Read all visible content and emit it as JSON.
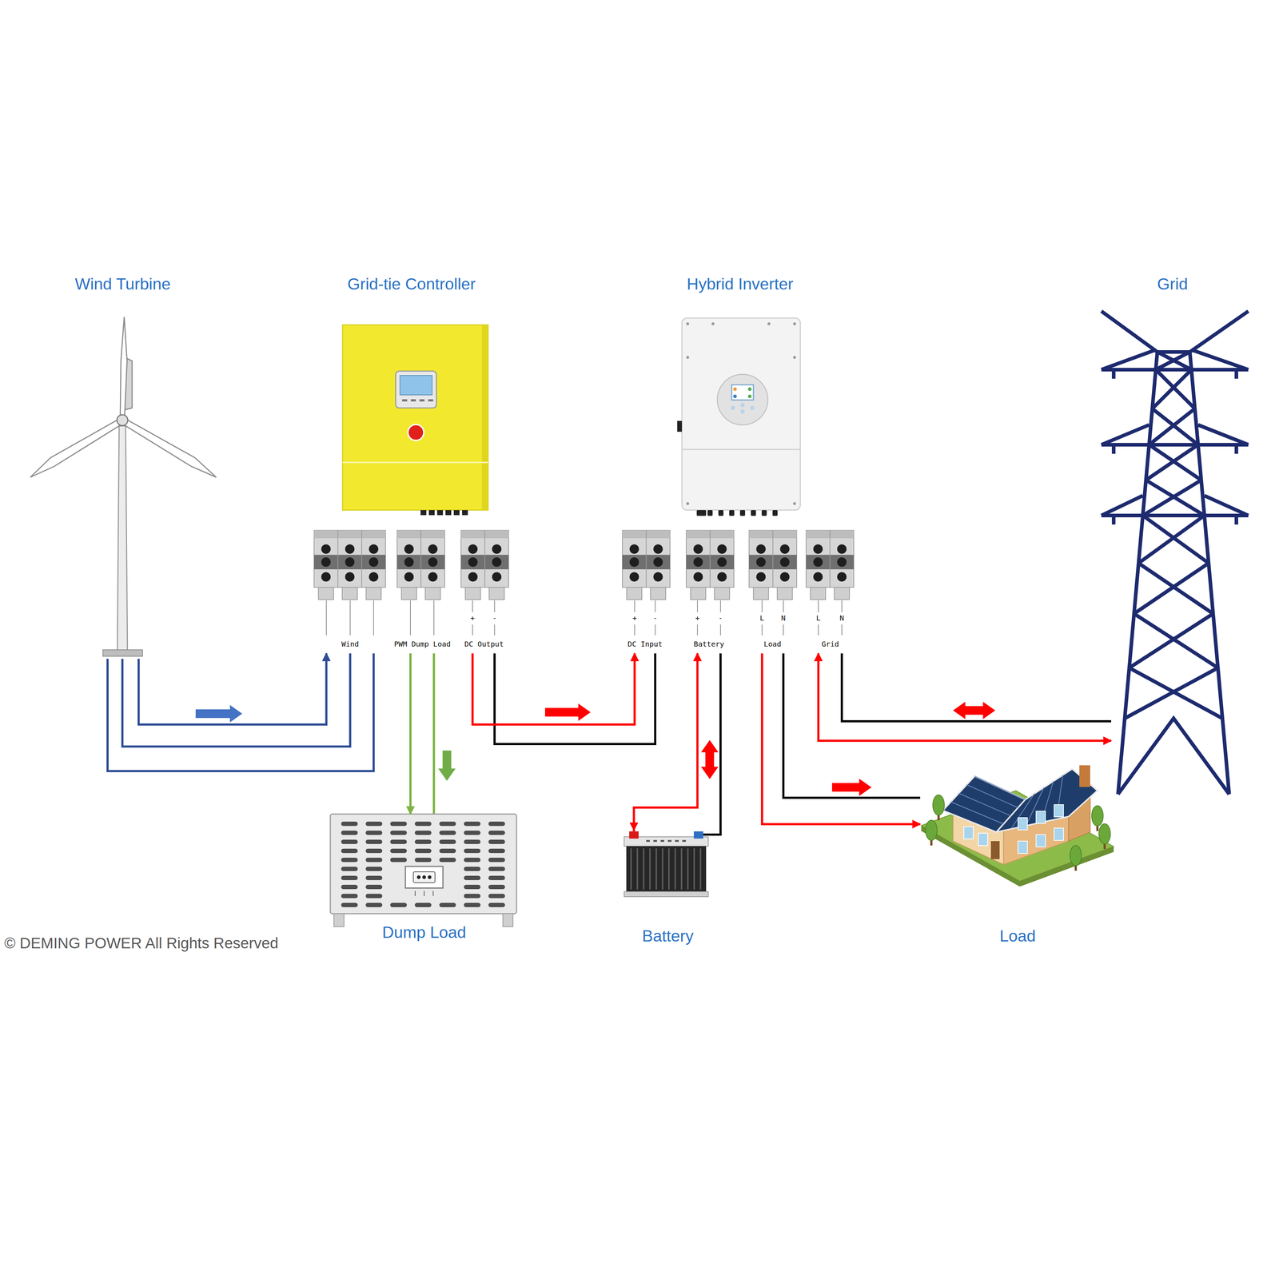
{
  "diagram": {
    "nodes": [
      {
        "text": [
          "Wind Turbine"
        ]
      },
      {
        "text": [
          "Grid-tie Controller"
        ]
      },
      {
        "text": [
          "Hybrid Inverter"
        ]
      },
      {
        "text": [
          "Grid"
        ]
      },
      {
        "text": [
          "Dump Load"
        ]
      },
      {
        "text": [
          "Battery"
        ]
      },
      {
        "text": [
          "Load"
        ]
      }
    ],
    "edges": [
      {
        "from": 0,
        "to": 1,
        "arrow": "to"
      },
      {
        "from": 1,
        "to": 4,
        "arrow": "to"
      },
      {
        "from": 1,
        "to": 2,
        "arrow": "to"
      },
      {
        "from": 2,
        "to": 5,
        "arrow": "both"
      },
      {
        "from": 2,
        "to": 6,
        "arrow": "to"
      },
      {
        "from": 2,
        "to": 3,
        "arrow": "both"
      }
    ],
    "labels": [
      "Wind",
      "PWM Dump Load",
      "+",
      "-",
      "DC Output",
      "+",
      "-",
      "DC Input",
      "+",
      "-",
      "Battery",
      "L",
      "N",
      "Load",
      "L",
      "N",
      "Grid",
      "© DEMING POWER All Rights Reserved"
    ]
  }
}
